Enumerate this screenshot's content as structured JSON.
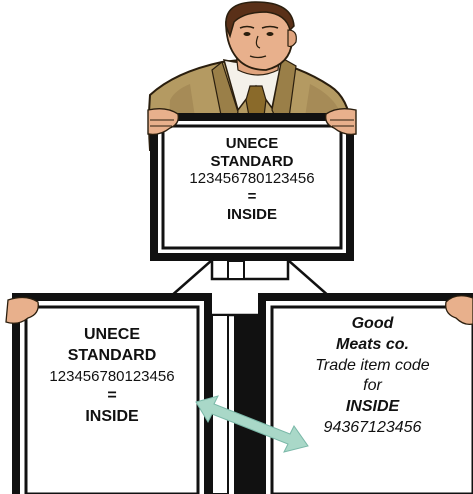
{
  "top_sign": {
    "line1": "UNECE",
    "line2": "STANDARD",
    "line3": "123456780123456",
    "line4": "=",
    "line5": "INSIDE"
  },
  "left_sign": {
    "line1": "UNECE",
    "line2": "STANDARD",
    "line3": "123456780123456",
    "line4": "=",
    "line5": "INSIDE"
  },
  "right_sign": {
    "line1": "Good",
    "line2": "Meats co.",
    "line3": "Trade item code",
    "line4": "for",
    "line5": "INSIDE",
    "line6": "94367123456"
  },
  "colors": {
    "jacket": "#b49a62",
    "jacket_shadow": "#7d6638",
    "skin": "#e8b08c",
    "hair": "#5a3018",
    "tie": "#8a6a2a",
    "frame": "#111111",
    "connector_arrow": "#a9d8c8"
  },
  "icons": {
    "top_person": "businessman-illustration",
    "bidirectional_arrow": "double-arrow-icon",
    "link_arrow": "diagonal-double-arrow-icon"
  }
}
